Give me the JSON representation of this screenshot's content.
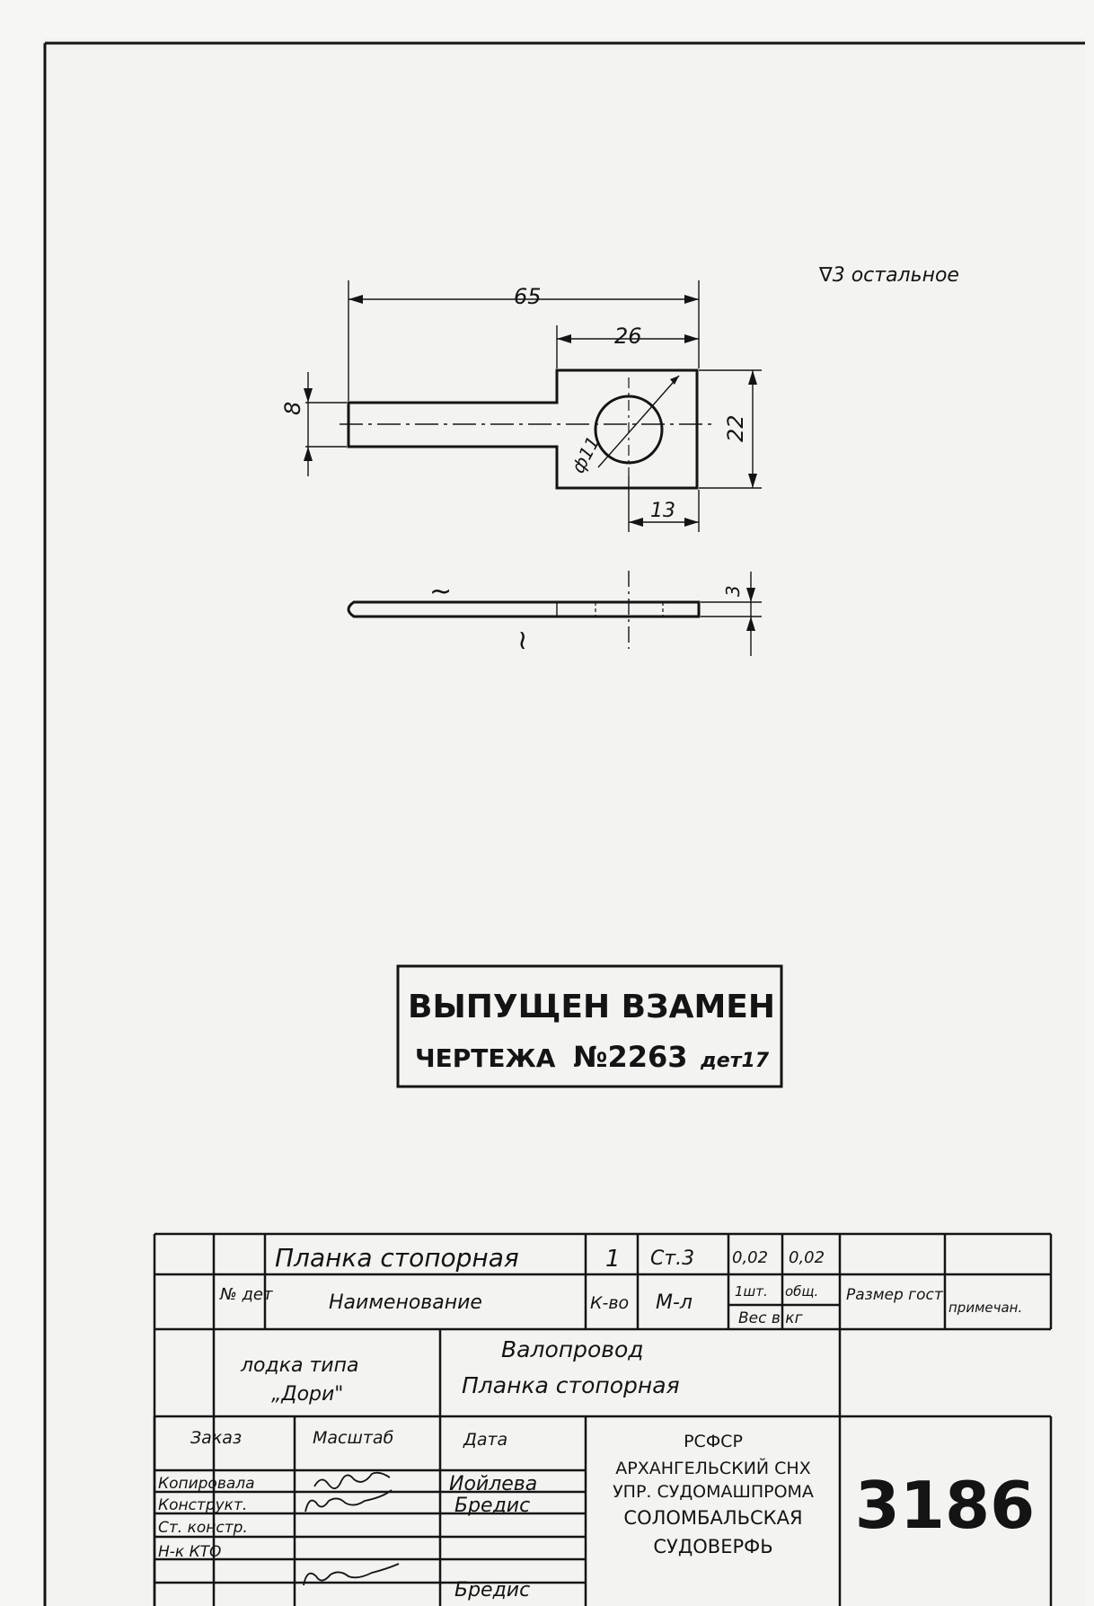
{
  "drawing": {
    "surface_note": "∇3 остальное",
    "dim_overall_length": "65",
    "dim_head_width": "26",
    "dim_shank_width": "8",
    "dim_head_height": "22",
    "dim_hole_diameter": "ф11",
    "dim_hole_offset": "13",
    "dim_thickness": "3",
    "break_symbol_top": "~",
    "break_symbol_bottom": "~"
  },
  "stamp": {
    "line1": "ВЫПУЩЕН ВЗАМЕН",
    "line2_prefix": "ЧЕРТЕЖА",
    "line2_number": "№2263",
    "line2_suffix": "дет17"
  },
  "title_block": {
    "part_row": {
      "name": "Планка стопорная",
      "qty": "1",
      "material": "Ст.3",
      "weight_unit": "0,02",
      "weight_total": "0,02"
    },
    "header_row": {
      "num_det": "№ дет",
      "name": "Наименование",
      "qty": "К-во",
      "material": "М-л",
      "weight_unit": "1шт.",
      "weight_total": "общ.",
      "weight_caption": "Вес в кг",
      "size": "Размер гост",
      "note": "примечан."
    },
    "product": {
      "boat": "лодка типа",
      "boat_name": "„Дори\"",
      "assembly": "Валопровод",
      "part": "Планка стопорная"
    },
    "sign_header": {
      "order": "Заказ",
      "scale": "Масштаб",
      "date": "Дата"
    },
    "signatures": [
      {
        "role": "Копировала",
        "name": "Иойлева"
      },
      {
        "role": "Конструкт.",
        "name": "Бредис"
      },
      {
        "role": "Ст. констр.",
        "name": ""
      },
      {
        "role": "Н-к КТО",
        "name": "Бредис"
      }
    ],
    "organization": [
      "РСФСР",
      "АРХАНГЕЛЬСКИЙ СНХ",
      "УПР. СУДОМАШПРОМА",
      "СОЛОМБАЛЬСКАЯ",
      "СУДОВЕРФЬ"
    ],
    "drawing_number": "3186"
  }
}
